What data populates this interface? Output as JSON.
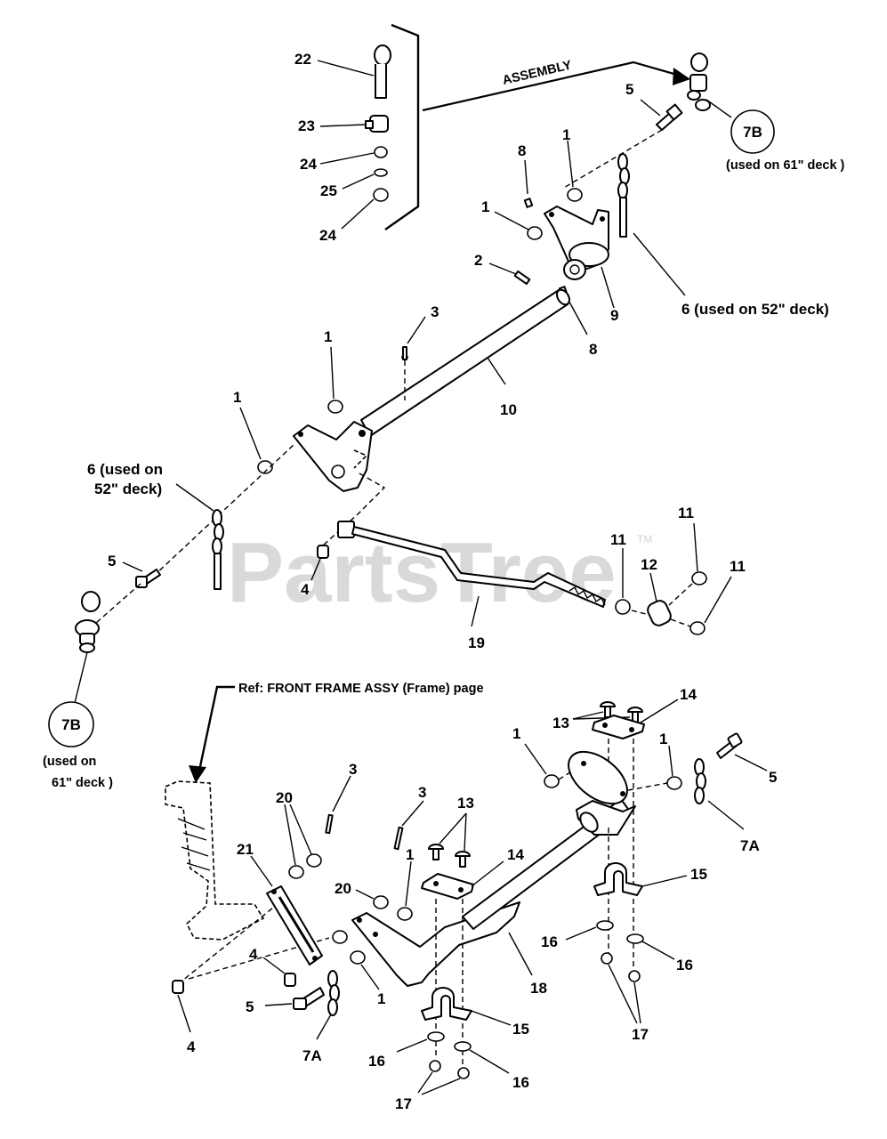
{
  "watermark": {
    "text": "PartsTree",
    "trademark": "TM"
  },
  "assembly_label": "ASSEMBLY",
  "ref_note": "Ref: FRONT FRAME ASSY (Frame) page",
  "callouts_7b": {
    "top": {
      "label": "7B",
      "note": "(used on 61\" deck )"
    },
    "left": {
      "label": "7B",
      "note_line1": "(used on",
      "note_line2": "61\" deck )"
    }
  },
  "notes": {
    "six_top": "6 (used on 52\" deck)",
    "six_left_line1": "6 (used on",
    "six_left_line2": "52\" deck)"
  },
  "labels": {
    "n22": "22",
    "n23": "23",
    "n24a": "24",
    "n25": "25",
    "n24b": "24",
    "n5a": "5",
    "n8a": "8",
    "n1a": "1",
    "n1b": "1",
    "n2": "2",
    "n9": "9",
    "n8b": "8",
    "n3a": "3",
    "n1c": "1",
    "n10": "10",
    "n1d": "1",
    "n5b": "5",
    "n4a": "4",
    "n19": "19",
    "n11a": "11",
    "n11b": "11",
    "n12": "12",
    "n11c": "11",
    "n13a": "13",
    "n14a": "14",
    "n1e": "1",
    "n1f": "1",
    "n5c": "5",
    "n7a1": "7A",
    "n3b": "3",
    "n20a": "20",
    "n3c": "3",
    "n13b": "13",
    "n21": "21",
    "n14b": "14",
    "n15a": "15",
    "n20b": "20",
    "n1g": "1",
    "n16a": "16",
    "n16b": "16",
    "n4b": "4",
    "n5d": "5",
    "n1h": "1",
    "n18": "18",
    "n4c": "4",
    "n7a2": "7A",
    "n15b": "15",
    "n17a": "17",
    "n16c": "16",
    "n16d": "16",
    "n17b": "17"
  }
}
